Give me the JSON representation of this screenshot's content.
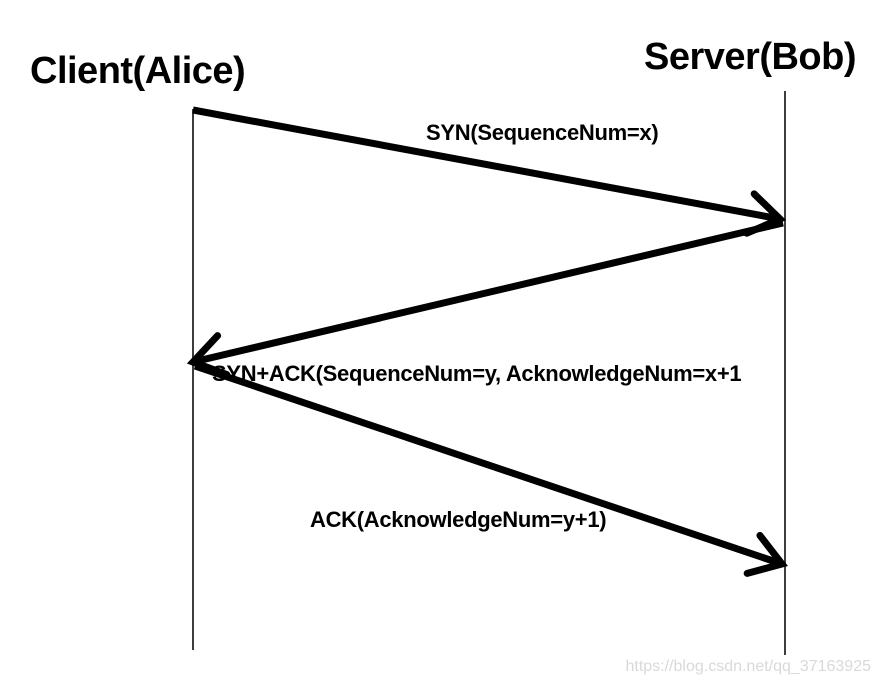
{
  "diagram": {
    "actors": [
      {
        "id": "client",
        "label": "Client(Alice)"
      },
      {
        "id": "server",
        "label": "Server(Bob)"
      }
    ],
    "messages": [
      {
        "from": "client",
        "to": "server",
        "label": "SYN(SequenceNum=x)"
      },
      {
        "from": "server",
        "to": "client",
        "label": "SYN+ACK(SequenceNum=y, AcknowledgeNum=x+1"
      },
      {
        "from": "client",
        "to": "server",
        "label": "ACK(AcknowledgeNum=y+1)"
      }
    ],
    "watermark": "https://blog.csdn.net/qq_37163925",
    "colors": {
      "line": "#000000",
      "lifeline": "#3d3d3d",
      "text": "#000000",
      "watermark": "#d9d9d9",
      "background": "#ffffff"
    }
  }
}
